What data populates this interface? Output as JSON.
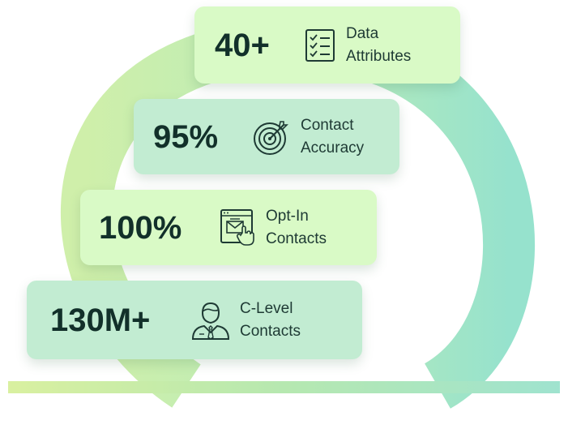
{
  "stats": [
    {
      "value": "40+",
      "label_line1": "Data",
      "label_line2": "Attributes",
      "icon": "checklist-icon"
    },
    {
      "value": "95%",
      "label_line1": "Contact",
      "label_line2": "Accuracy",
      "icon": "target-icon"
    },
    {
      "value": "100%",
      "label_line1": "Opt-In",
      "label_line2": "Contacts",
      "icon": "email-click-icon"
    },
    {
      "value": "130M+",
      "label_line1": "C-Level",
      "label_line2": "Contacts",
      "icon": "executive-icon"
    }
  ],
  "colors": {
    "card_light": "#d9fac6",
    "card_mid": "#c2ecd2",
    "arc_start": "#cdeeaa",
    "arc_end": "#98e3cb",
    "text_dark": "#12302a"
  }
}
